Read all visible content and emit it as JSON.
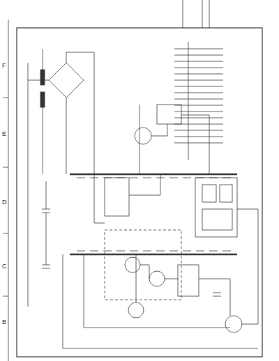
{
  "diagram": {
    "labels": [
      "F",
      "E",
      "D",
      "C",
      "B"
    ]
  }
}
